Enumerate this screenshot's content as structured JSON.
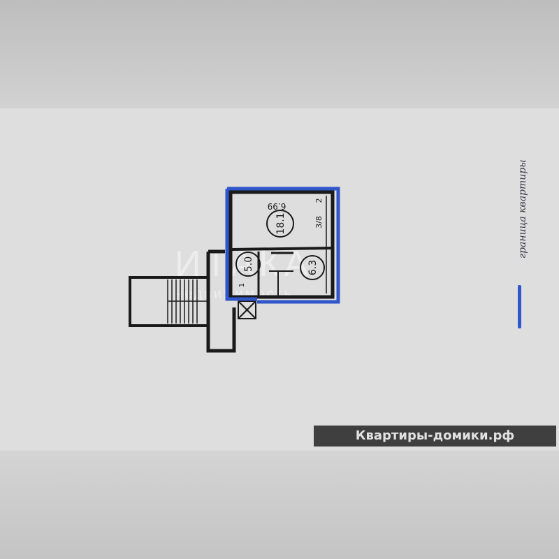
{
  "plan": {
    "room_areas": {
      "main_room": "18.1",
      "kitchen": "6.3",
      "hall": "5.0"
    },
    "dimension_label": "6.99",
    "labels": {
      "balcony_ratio": "3/8",
      "mark_2": "2",
      "mark_1": "1"
    },
    "boundary_color": "#2f57c9"
  },
  "legend": {
    "text": "граница квартиры"
  },
  "watermark": {
    "name": "ИТАКА",
    "sub": "недвижимость"
  },
  "brand": {
    "text": "Квартиры-домики.рф",
    "accent": "#7cb342"
  }
}
